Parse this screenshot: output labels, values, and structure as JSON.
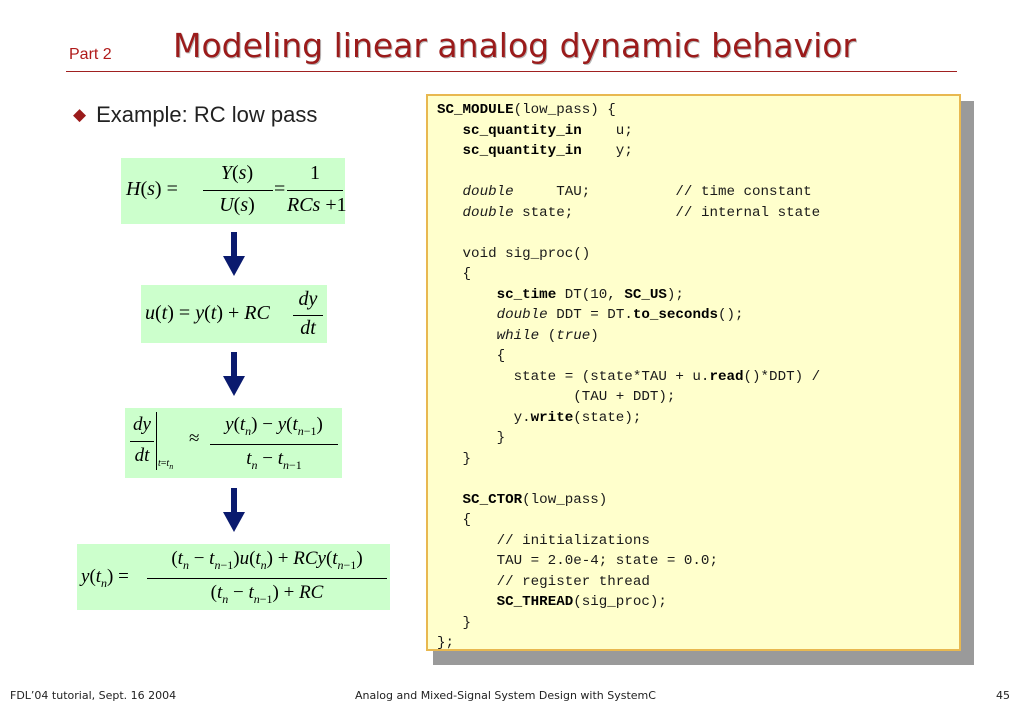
{
  "header": {
    "part": "Part 2",
    "title": "Modeling linear analog dynamic behavior"
  },
  "bullet": {
    "text": "Example: RC low pass"
  },
  "equations": [
    "H(s) = Y(s)/U(s) = 1/(RCs+1)",
    "u(t) = y(t) + RC dy/dt",
    "dy/dt |t=tn ≈ (y(tn) − y(tn−1))/(tn − tn−1)",
    "y(tn) = ((tn − tn−1)u(tn) + RCy(tn−1))/((tn − tn−1) + RC)"
  ],
  "code": {
    "lines": [
      "SC_MODULE(low_pass) {",
      "   sc_quantity_in    u;",
      "   sc_quantity_in    y;",
      "",
      "   double     TAU;          // time constant",
      "   double state;            // internal state",
      "",
      "   void sig_proc()",
      "   {",
      "       sc_time DT(10, SC_US);",
      "       double DDT = DT.to_seconds();",
      "       while (true)",
      "       {",
      "         state = (state*TAU + u.read()*DDT) /",
      "                (TAU + DDT);",
      "         y.write(state);",
      "       }",
      "   }",
      "",
      "   SC_CTOR(low_pass)",
      "   {",
      "       // initializations",
      "       TAU = 2.0e-4; state = 0.0;",
      "       // register thread",
      "       SC_THREAD(sig_proc);",
      "   }",
      "};"
    ]
  },
  "footer": {
    "left": "FDL’04 tutorial, Sept. 16 2004",
    "center": "Analog and Mixed-Signal System Design with SystemC",
    "page": "45"
  }
}
